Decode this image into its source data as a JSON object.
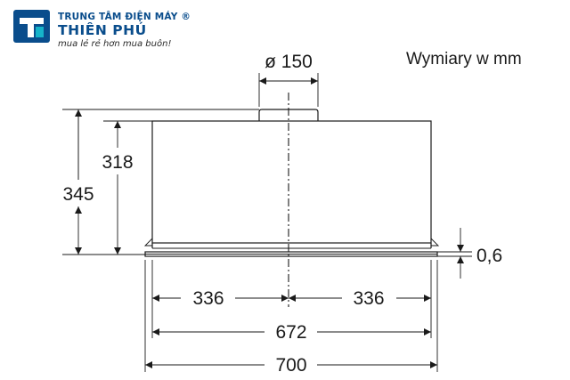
{
  "logo": {
    "company_line": "TRUNG TÂM ĐIỆN MÁY ®",
    "brand_name": "THIÊN PHÚ",
    "tagline": "mua lẻ rẻ hơn mua buôn!",
    "brand_color": "#0a4d8c",
    "accent_color": "#16b3c9"
  },
  "drawing": {
    "units_note": "Wymiary w mm",
    "duct_diameter": "ø 150",
    "height_total": "345",
    "height_body": "318",
    "frame_thickness": "0,6",
    "half_width_left": "336",
    "half_width_right": "336",
    "body_width": "672",
    "frame_width": "700",
    "line_color": "#1a1a1a"
  }
}
